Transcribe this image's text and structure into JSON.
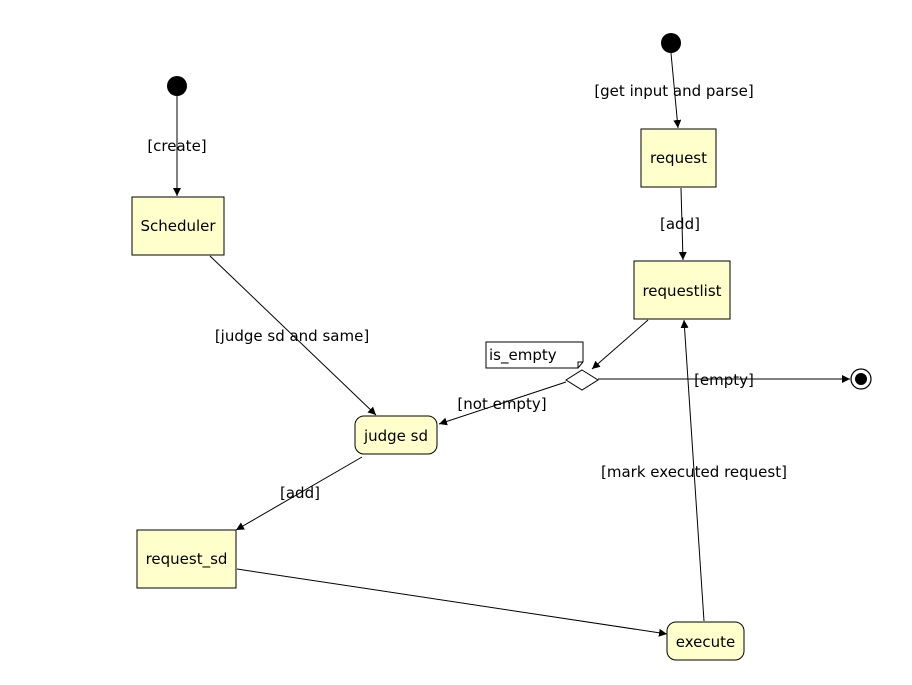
{
  "colors": {
    "node_fill": "#ffffcc",
    "stroke": "#000000",
    "background": "#ffffff"
  },
  "nodes": {
    "scheduler": "Scheduler",
    "request": "request",
    "requestlist": "requestlist",
    "judge_sd": "judge sd",
    "request_sd": "request_sd",
    "execute": "execute"
  },
  "note": {
    "is_empty": "is_empty"
  },
  "edge_labels": {
    "create": "[create]",
    "get_input_and_parse": "[get input and parse]",
    "add_request": "[add]",
    "judge_sd_and_same": "[judge sd and same]",
    "not_empty": "[not empty]",
    "empty": "[empty]",
    "add_sd": "[add]",
    "mark_executed_request": "[mark executed request]"
  }
}
